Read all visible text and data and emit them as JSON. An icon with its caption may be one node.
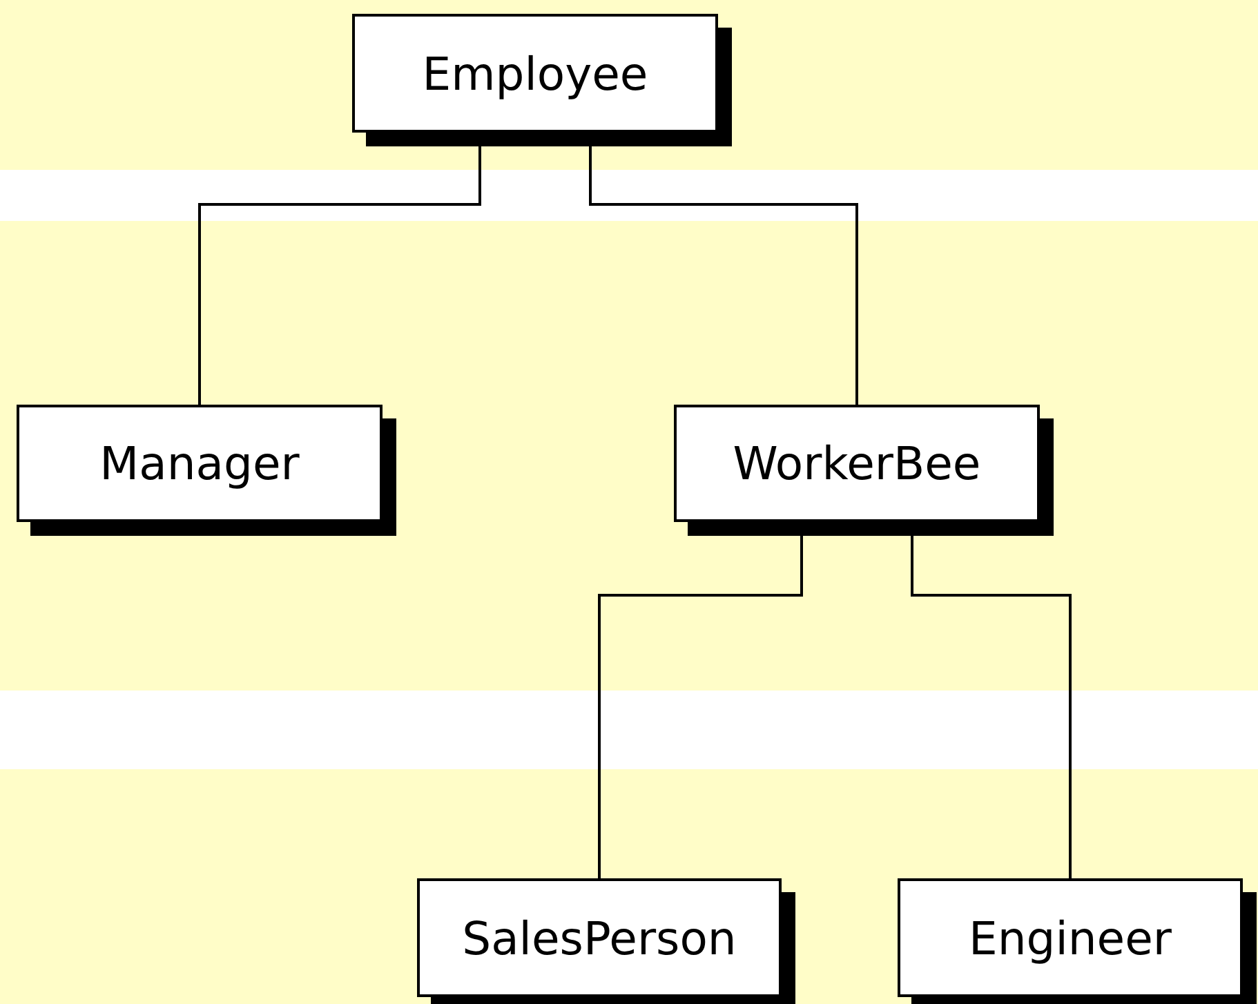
{
  "diagram": {
    "nodes": [
      {
        "text": [
          "Employee"
        ]
      },
      {
        "text": [
          "Manager"
        ]
      },
      {
        "text": [
          "WorkerBee"
        ]
      },
      {
        "text": [
          "SalesPerson"
        ]
      },
      {
        "text": [
          "Engineer"
        ]
      }
    ],
    "edges": [
      {
        "from": 0,
        "to": 1,
        "arrow": "none"
      },
      {
        "from": 0,
        "to": 2,
        "arrow": "none"
      },
      {
        "from": 2,
        "to": 3,
        "arrow": "none"
      },
      {
        "from": 2,
        "to": 4,
        "arrow": "none"
      }
    ]
  }
}
